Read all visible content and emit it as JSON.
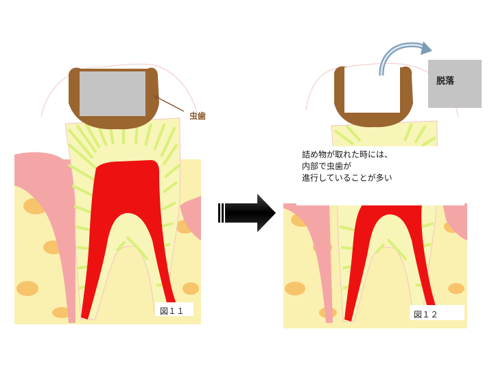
{
  "labels": {
    "caries": "虫歯",
    "dropped_out": "脱落",
    "figure_11": "図１１",
    "figure_12": "図１２"
  },
  "note": {
    "lines": [
      "詰め物が取れた時には、",
      "内部で虫歯が",
      "進行していることが多い"
    ]
  },
  "colors": {
    "gum": "#f4a6a6",
    "bone": "#faf0b0",
    "bone_spots": "#f7c46b",
    "dentin": "#f8f5b9",
    "dentinal_tubules": "#d9f07a",
    "pulp": "#ee1111",
    "caries": "#9b6530",
    "filling": "#c4c4c4",
    "arrow": "#000000",
    "curved_arrow": "#7a9bb6"
  },
  "icons": [
    "right-arrow-icon",
    "curved-arrow-icon"
  ]
}
